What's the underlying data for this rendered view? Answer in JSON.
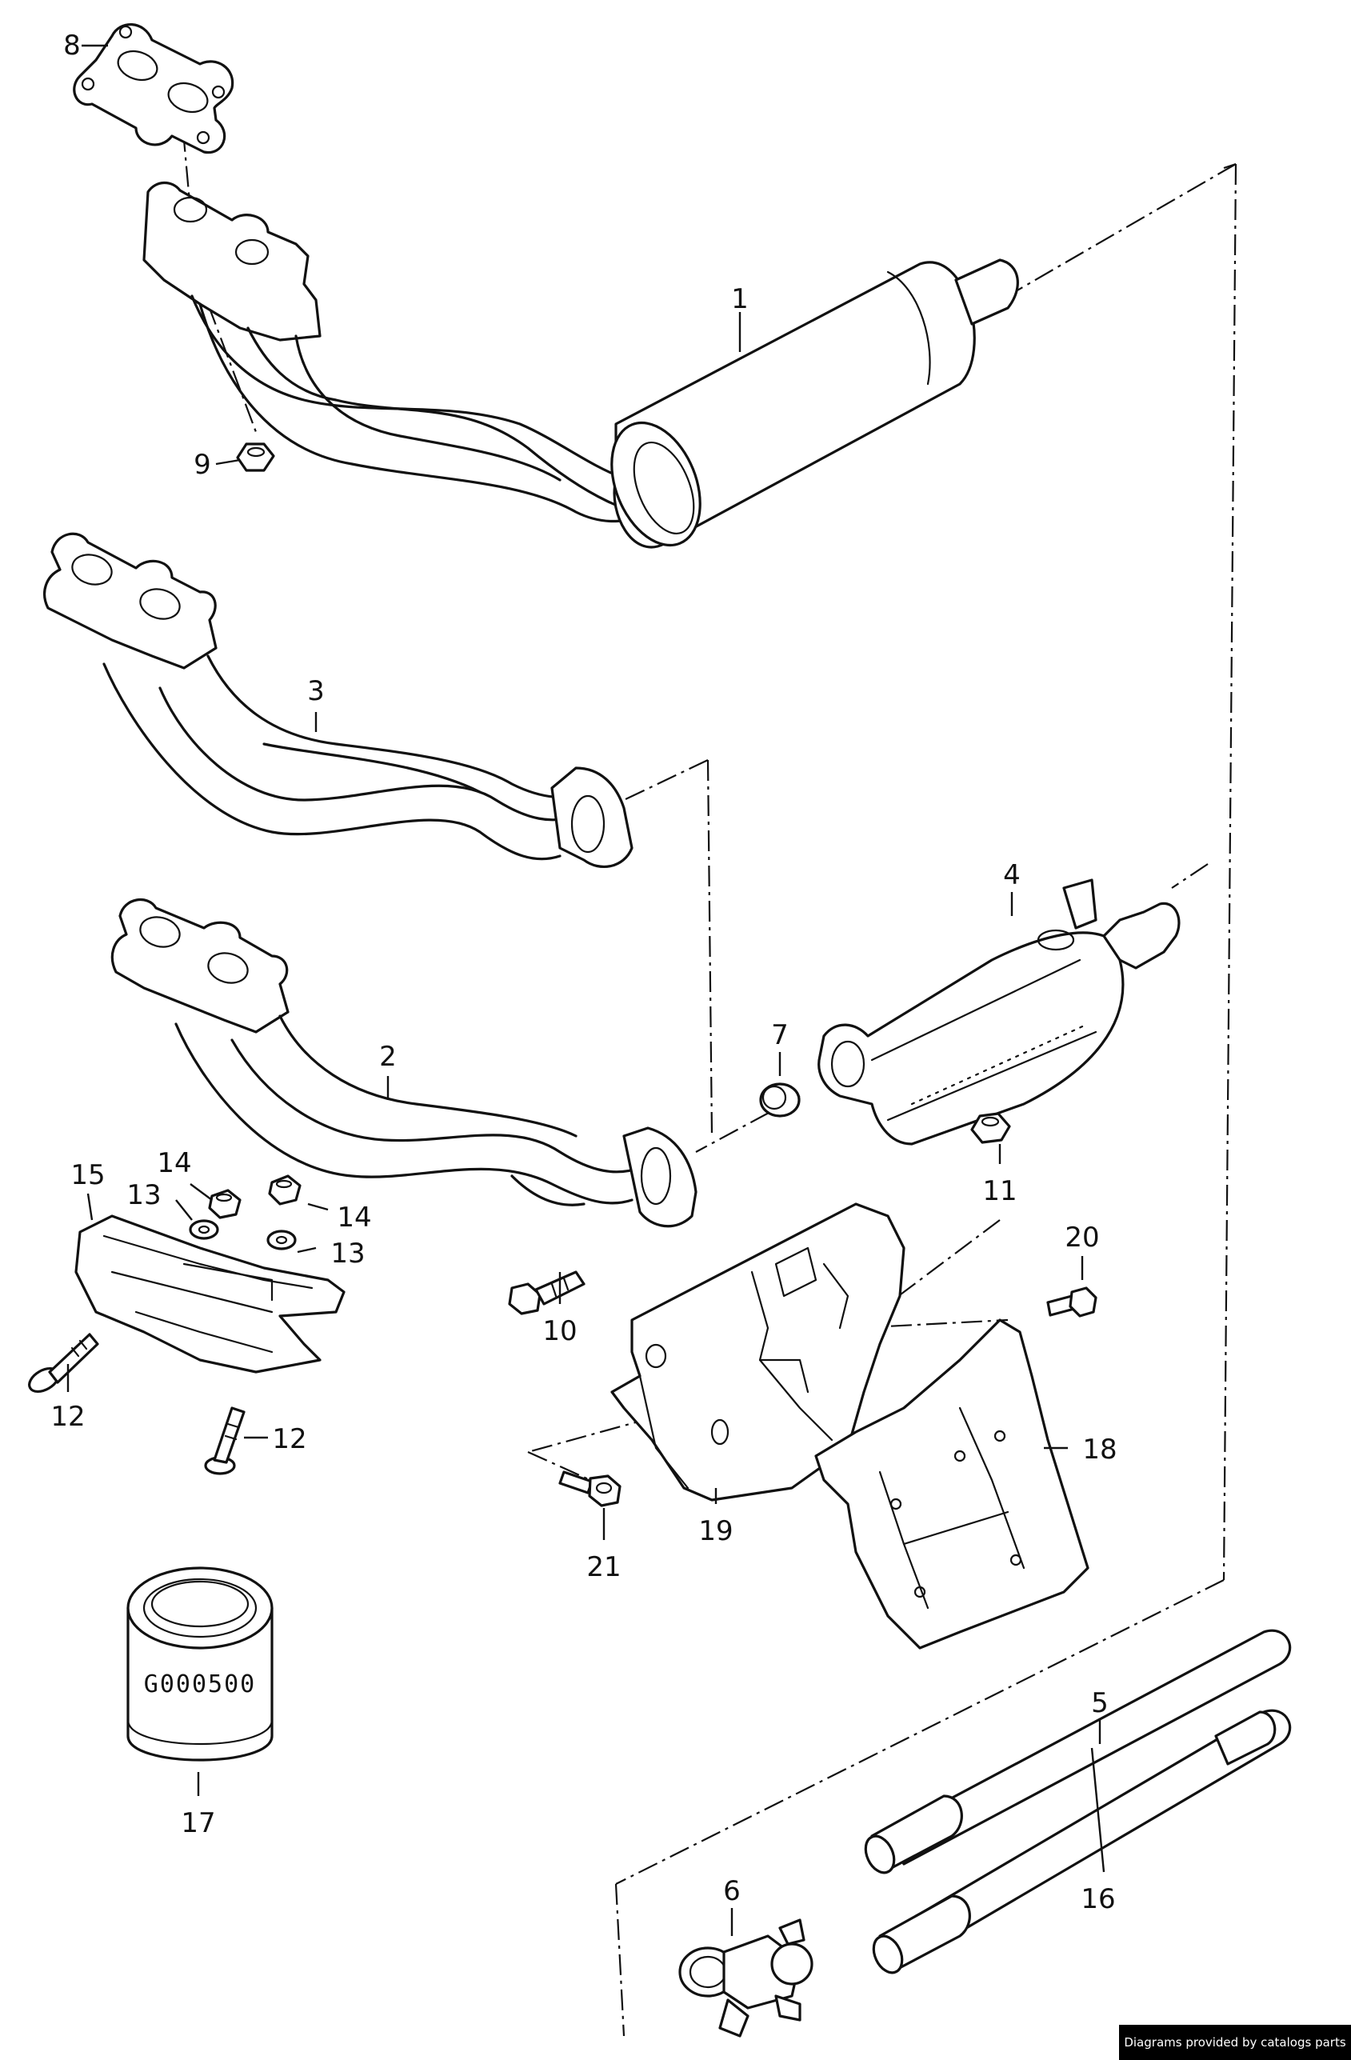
{
  "callouts": [
    {
      "id": "c1",
      "text": "1"
    },
    {
      "id": "c2",
      "text": "2"
    },
    {
      "id": "c3",
      "text": "3"
    },
    {
      "id": "c4",
      "text": "4"
    },
    {
      "id": "c5",
      "text": "5"
    },
    {
      "id": "c6",
      "text": "6"
    },
    {
      "id": "c7",
      "text": "7"
    },
    {
      "id": "c8",
      "text": "8"
    },
    {
      "id": "c9",
      "text": "9"
    },
    {
      "id": "c10",
      "text": "10"
    },
    {
      "id": "c11",
      "text": "11"
    },
    {
      "id": "c12a",
      "text": "12"
    },
    {
      "id": "c12b",
      "text": "12"
    },
    {
      "id": "c13a",
      "text": "13"
    },
    {
      "id": "c13b",
      "text": "13"
    },
    {
      "id": "c14a",
      "text": "14"
    },
    {
      "id": "c14b",
      "text": "14"
    },
    {
      "id": "c15",
      "text": "15"
    },
    {
      "id": "c16",
      "text": "16"
    },
    {
      "id": "c17",
      "text": "17"
    },
    {
      "id": "c18",
      "text": "18"
    },
    {
      "id": "c19",
      "text": "19"
    },
    {
      "id": "c20",
      "text": "20"
    },
    {
      "id": "c21",
      "text": "21"
    }
  ],
  "part_stamp": "G000500",
  "watermark": "Diagrams provided by catalogs parts"
}
